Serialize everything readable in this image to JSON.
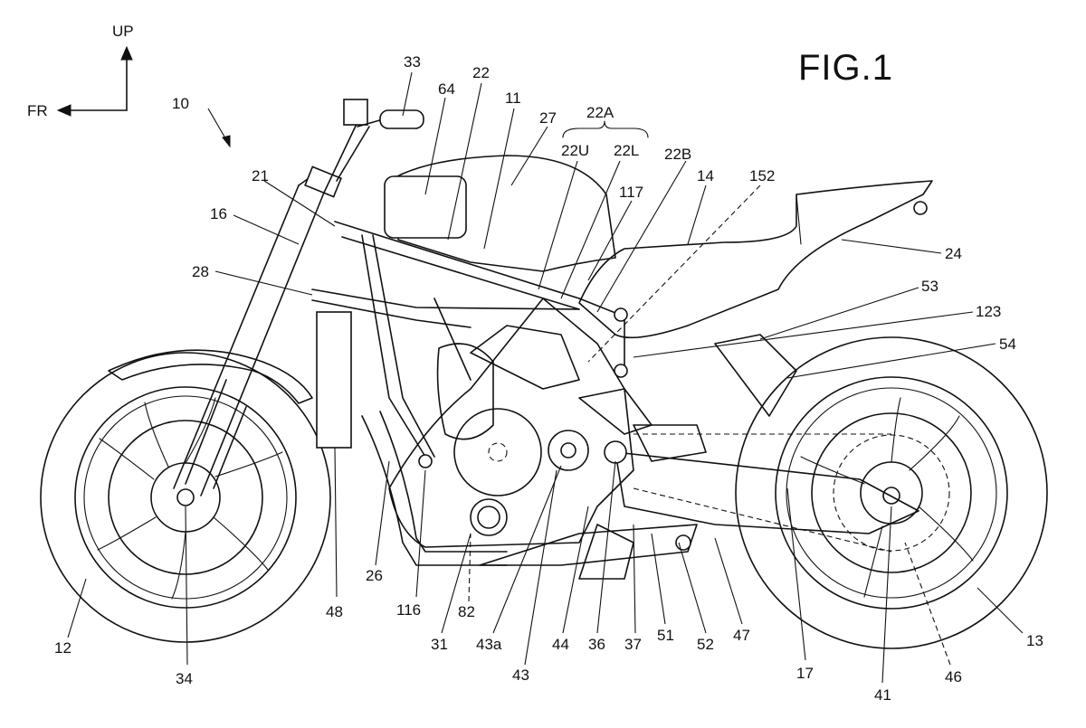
{
  "figure": {
    "title": "FIG.1",
    "direction": {
      "up": "UP",
      "front": "FR"
    },
    "labels": {
      "n10": "10",
      "n11": "11",
      "n12": "12",
      "n13": "13",
      "n14": "14",
      "n16": "16",
      "n17": "17",
      "n21": "21",
      "n22": "22",
      "n22A": "22A",
      "n22U": "22U",
      "n22L": "22L",
      "n22B": "22B",
      "n24": "24",
      "n26": "26",
      "n27": "27",
      "n28": "28",
      "n31": "31",
      "n33": "33",
      "n34": "34",
      "n36": "36",
      "n37": "37",
      "n41": "41",
      "n43": "43",
      "n43a": "43a",
      "n44": "44",
      "n46": "46",
      "n47": "47",
      "n48": "48",
      "n51": "51",
      "n52": "52",
      "n53": "53",
      "n54": "54",
      "n64": "64",
      "n82": "82",
      "n116": "116",
      "n117": "117",
      "n123": "123",
      "n152": "152"
    }
  }
}
